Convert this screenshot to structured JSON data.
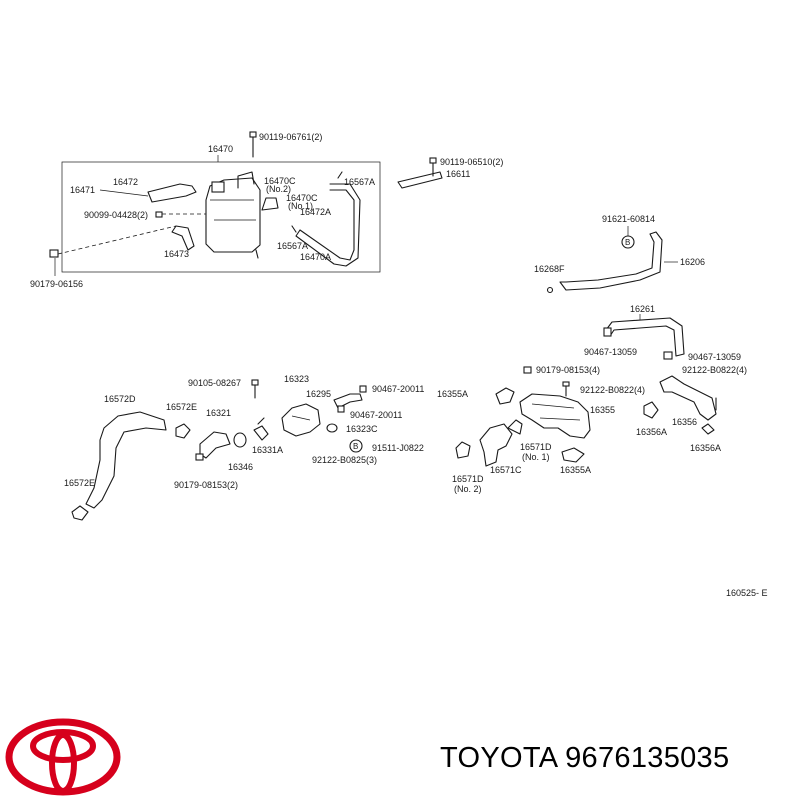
{
  "diagram_code": "160525- E",
  "brand": "TOYOTA",
  "part_number": "9676135035",
  "brand_color": "#d6001c",
  "labels": {
    "l16470": "16470",
    "l16471": "16471",
    "l16472": "16472",
    "l16473": "16473",
    "l16470c": "16470C",
    "l16470c_no2": "(No.2)",
    "l16470c_b": "16470C",
    "l16470c_no1": "(No.1)",
    "l16472a": "16472A",
    "l16567a_a": "16567A",
    "l16567a_b": "16567A",
    "l16470a": "16470A",
    "l90119_06761": "90119-06761(2)",
    "l90099_04428": "90099-04428(2)",
    "l90179_06156": "90179-06156",
    "l90119_06510": "90119-06510(2)",
    "l16611": "16611",
    "l91621_60814": "91621-60814",
    "l16206": "16206",
    "l16268f": "16268F",
    "l16261": "16261",
    "l90467_13059_a": "90467-13059",
    "l90467_13059_b": "90467-13059",
    "l90179_08153_4": "90179-08153(4)",
    "l92122_b0822": "92122-B0822(4)",
    "l92122_b0822_b": "92122-B0822(4)",
    "l16355a_a": "16355A",
    "l16355": "16355",
    "l16571d_no1": "16571D",
    "l16571d_no1_sub": "(No. 1)",
    "l16571c": "16571C",
    "l16355a_b": "16355A",
    "l16571d_no2": "16571D",
    "l16571d_no2_sub": "(No. 2)",
    "l16356a_a": "16356A",
    "l16356": "16356",
    "l16356a_b": "16356A",
    "l16572d": "16572D",
    "l16572e_a": "16572E",
    "l16572e_b": "16572E",
    "l16321": "16321",
    "l16346": "16346",
    "l16331a": "16331A",
    "l16323": "16323",
    "l16295": "16295",
    "l90105_08267": "90105-08267",
    "l90467_20011_a": "90467-20011",
    "l90467_20011_b": "90467-20011",
    "l16323c": "16323C",
    "l91511_j0822": "91511-J0822",
    "l92122_b0825": "92122-B0825(3)",
    "l90179_08153_2": "90179-08153(2)",
    "b_marker_a": "B",
    "b_marker_b": "B"
  }
}
